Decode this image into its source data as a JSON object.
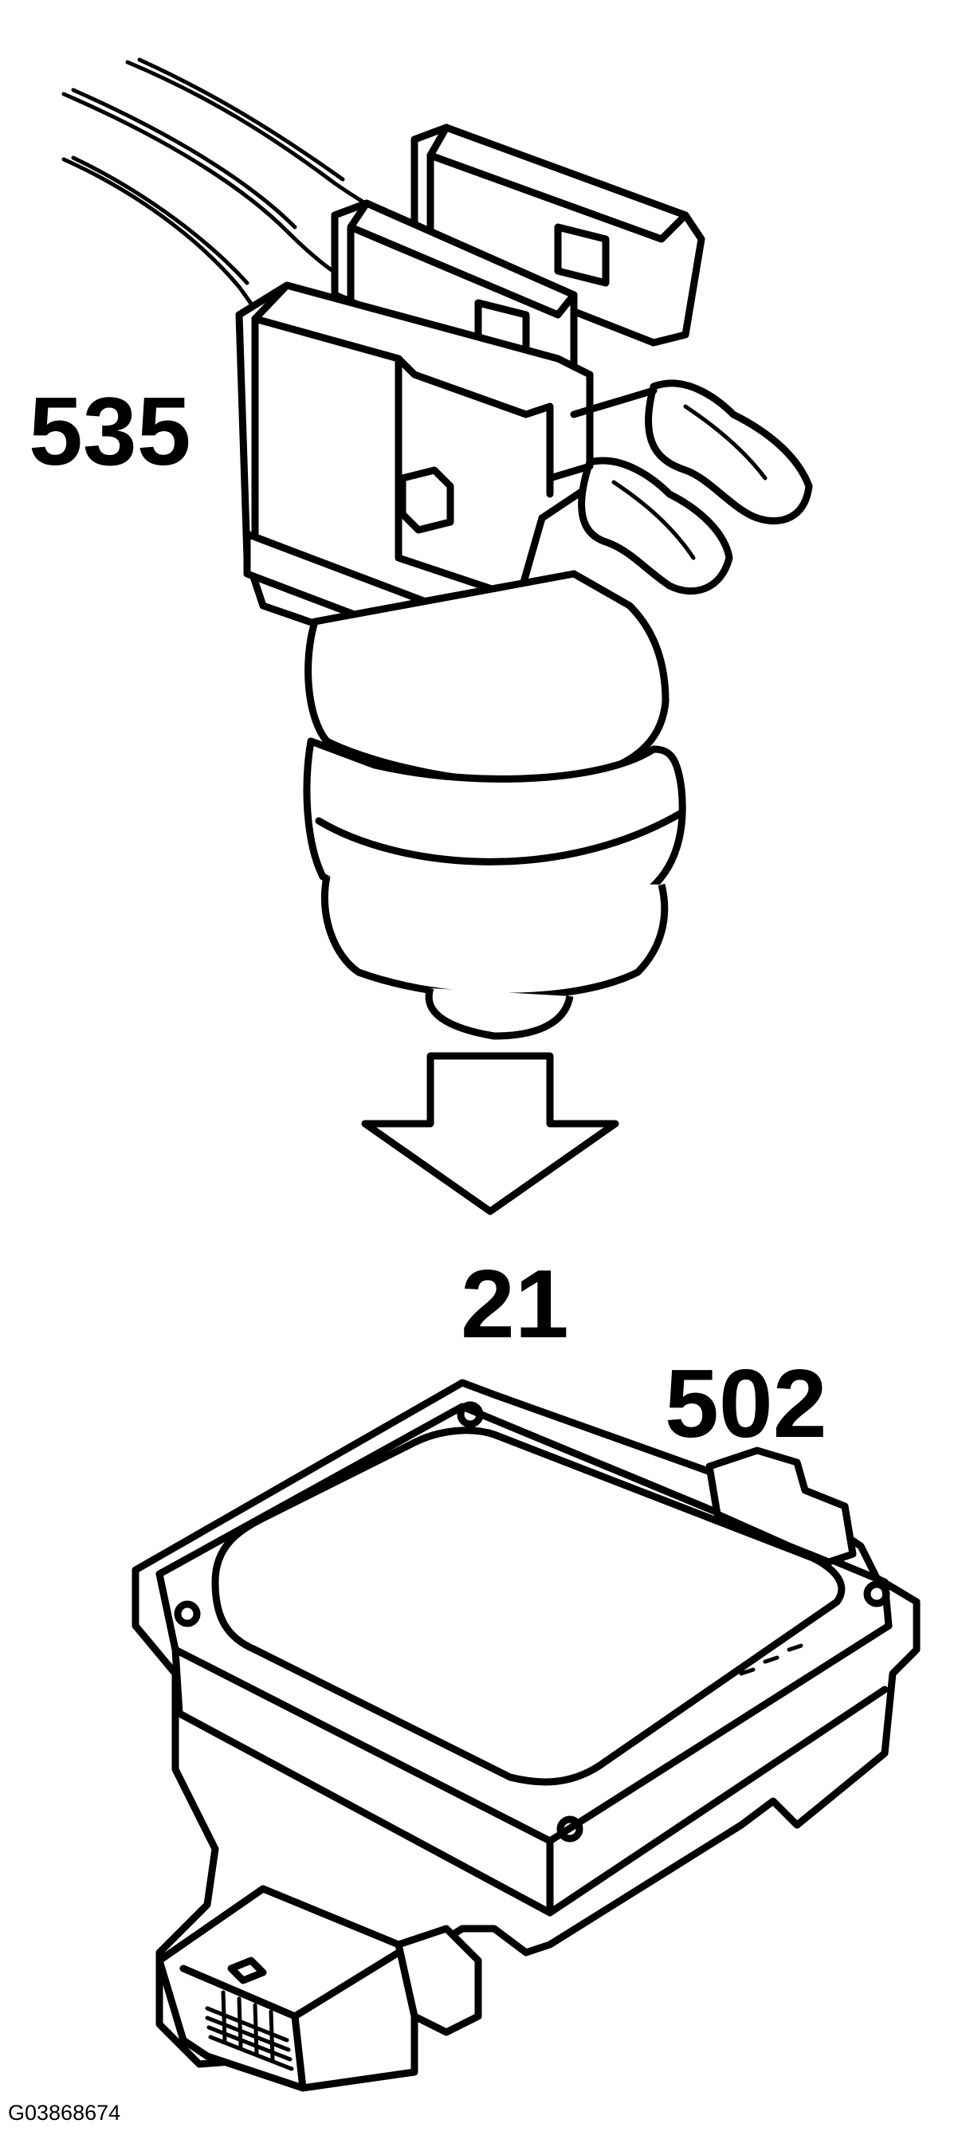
{
  "callouts": {
    "sensor_part_number": "535",
    "step_number": "21",
    "module_part_number": "502"
  },
  "image_id": "G03868674",
  "colors": {
    "line": "#000000",
    "background": "#ffffff"
  },
  "icons": {
    "direction": "down-arrow-icon"
  }
}
